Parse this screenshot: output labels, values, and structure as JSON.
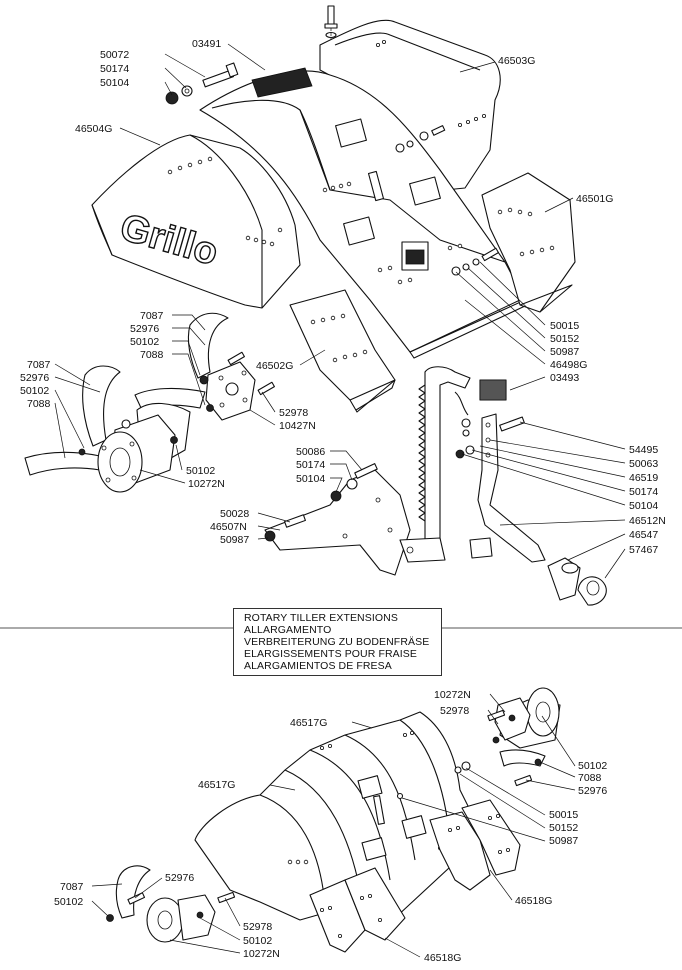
{
  "title_lines": [
    "ROTARY TILLER EXTENSIONS",
    "ALLARGAMENTO",
    "VERBREITERUNG ZU BODENFRÄSE",
    "ELARGISSEMENTS POUR FRAISE",
    "ALARGAMIENTOS DE FRESA"
  ],
  "brand_logo": "Grillo",
  "top_diagram": {
    "callouts": [
      "03491",
      "50072",
      "50174",
      "50104",
      "46504G",
      "46503G",
      "46501G",
      "46502G",
      "7087",
      "52976",
      "50102",
      "7088",
      "52978",
      "10427N",
      "50015",
      "50152",
      "50987",
      "46498G",
      "03493",
      "54495",
      "50063",
      "46519",
      "50174",
      "50104",
      "46512N",
      "46547",
      "57467",
      "7087",
      "52976",
      "50102",
      "7088",
      "50102",
      "10272N",
      "50086",
      "50174",
      "50104",
      "50028",
      "46507N",
      "50987"
    ]
  },
  "bottom_diagram": {
    "callouts": [
      "10272N",
      "52978",
      "46517G",
      "50102",
      "7088",
      "52976",
      "46517G",
      "50015",
      "50152",
      "50987",
      "46518G",
      "7087",
      "50102",
      "52976",
      "52978",
      "50102",
      "10272N",
      "46518G"
    ]
  }
}
